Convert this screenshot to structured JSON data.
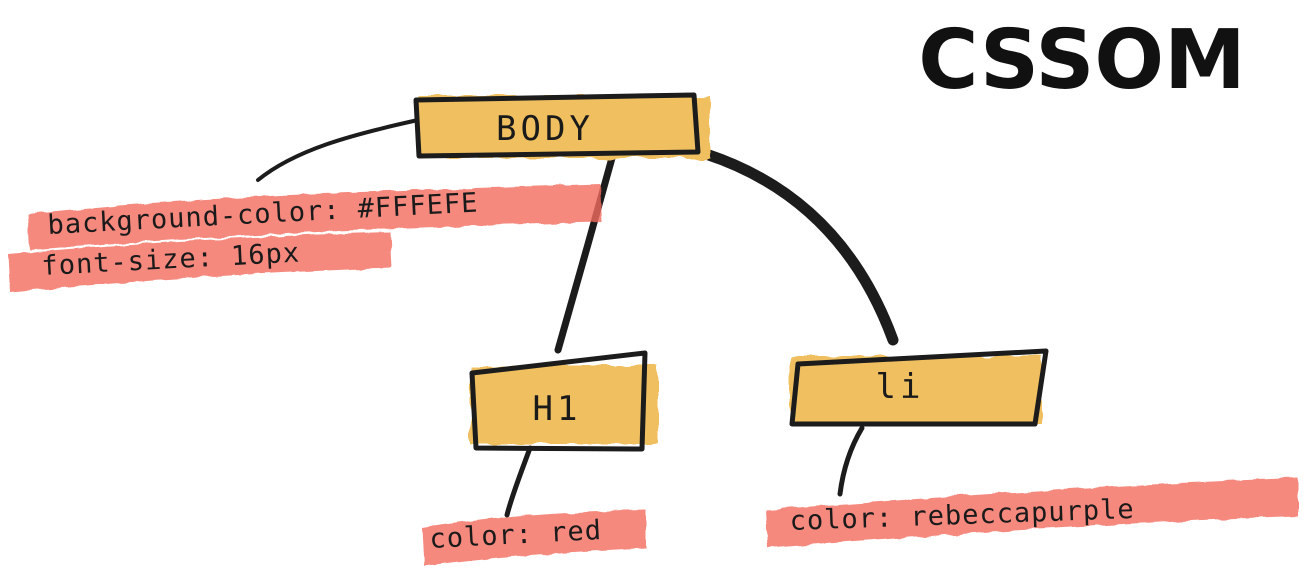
{
  "title": "CSSOM",
  "colors": {
    "node_fill": "#f0c061",
    "highlight": "#f26b5e",
    "ink": "#1c1c1c"
  },
  "nodes": {
    "body": {
      "label": "BODY"
    },
    "h1": {
      "label": "H1"
    },
    "li": {
      "label": "li"
    }
  },
  "properties": {
    "body": [
      "background-color: #FFFEFE",
      "font-size: 16px"
    ],
    "h1": [
      "color: red"
    ],
    "li": [
      "color: rebeccapurple"
    ]
  }
}
